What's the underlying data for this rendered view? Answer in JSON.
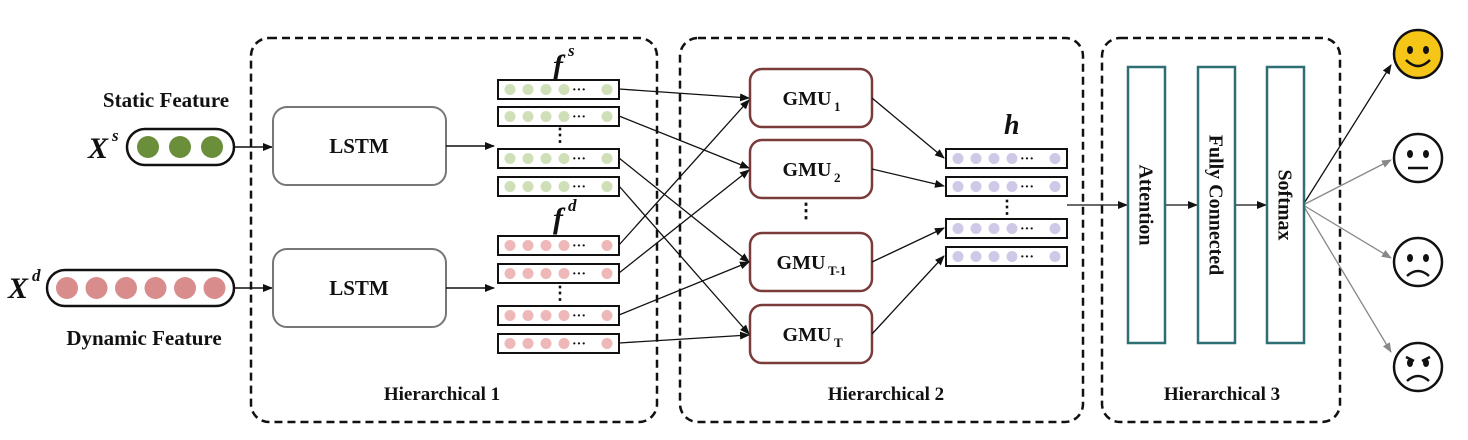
{
  "inputs": {
    "static_label": "Static Feature",
    "static_symbol": "X",
    "static_superscript": "s",
    "dynamic_label": "Dynamic Feature",
    "dynamic_symbol": "X",
    "dynamic_superscript": "d",
    "static_dot_count": 3,
    "dynamic_dot_count": 6,
    "static_dot_color": "#6b8e3a",
    "dynamic_dot_color": "#d98c8c"
  },
  "hierarchical_1": {
    "title": "Hierarchical 1",
    "lstm_top": "LSTM",
    "lstm_bottom": "LSTM",
    "fs_symbol": "f",
    "fs_superscript": "s",
    "fd_symbol": "f",
    "fd_superscript": "d",
    "vector_ellipsis": "···",
    "fs_dot_color": "#cfe0b8",
    "fd_dot_color": "#eeb8b8"
  },
  "hierarchical_2": {
    "title": "Hierarchical 2",
    "gmu": [
      {
        "base": "GMU",
        "sub": "1"
      },
      {
        "base": "GMU",
        "sub": "2"
      },
      {
        "base": "GMU",
        "sub": "T-1"
      },
      {
        "base": "GMU",
        "sub": "T"
      }
    ],
    "h_symbol": "h",
    "h_dot_color": "#cfc8e6",
    "gmu_border_color": "#7a3b3b"
  },
  "hierarchical_3": {
    "title": "Hierarchical 3",
    "layers": [
      "Attention",
      "Fully Connected",
      "Softmax"
    ],
    "layer_border_color": "#2e6f73"
  },
  "outputs": {
    "faces": [
      "happy-face",
      "neutral-face",
      "sad-face",
      "angry-face"
    ],
    "happy_color": "#f5c518"
  }
}
